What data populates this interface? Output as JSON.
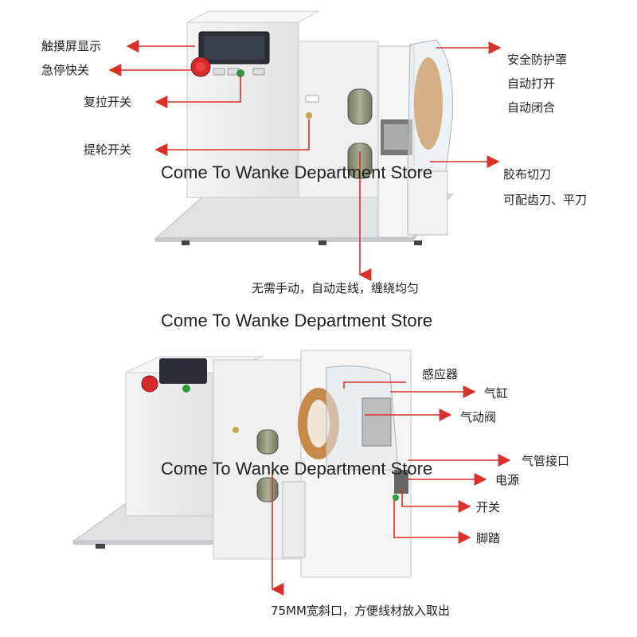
{
  "top_machine": {
    "labels": {
      "touchscreen": "触摸屏显示",
      "emergency_stop": "急停快关",
      "reset_switch": "复拉开关",
      "lift_wheel_switch": "提轮开关",
      "guard_line1": "安全防护罩",
      "guard_line2": "自动打开",
      "guard_line3": "自动闭合",
      "cutter_line1": "胶布切刀",
      "cutter_line2": "可配齿刀、平刀",
      "feature": "无需手动，自动走线，缠绕均匀"
    }
  },
  "bottom_machine": {
    "labels": {
      "sensor": "感应器",
      "cylinder": "气缸",
      "valve": "气动阀",
      "air_inlet": "气管接口",
      "power": "电源",
      "switch": "开关",
      "pedal": "脚踏",
      "opening": "75MM宽斜口，方便线材放入取出"
    }
  },
  "watermarks": {
    "top": "Come To Wanke Department Store",
    "middle": "Come To Wanke Department Store",
    "bottom": "Come To Wanke Department Store"
  },
  "colors": {
    "arrow": "#d9302b",
    "machine_body": "#eeeeee",
    "machine_edge": "#c8c8c8",
    "screen": "#2a2e36",
    "estop": "#d42a2a",
    "green_button": "#2f9a3a",
    "tape_roll": "#c78a4a",
    "roller": "#8a9476"
  }
}
